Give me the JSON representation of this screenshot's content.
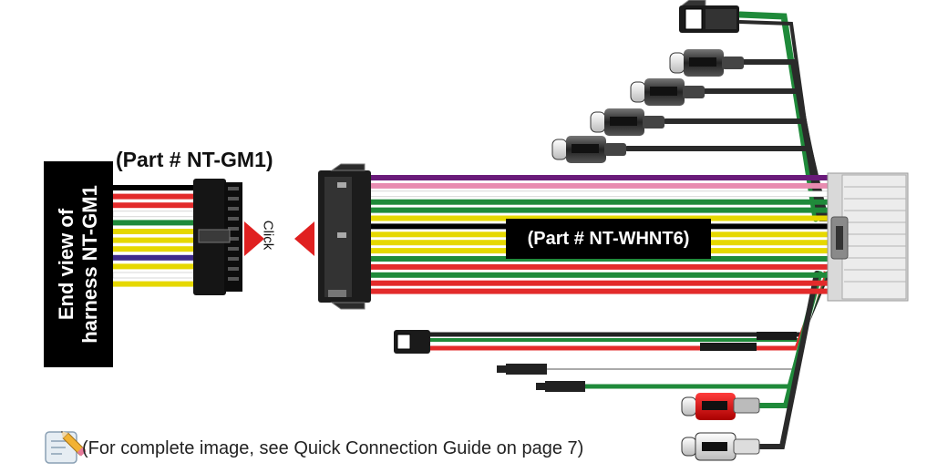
{
  "labels": {
    "part_gm1": "(Part # NT-GM1)",
    "end_view_line1": "End view of",
    "end_view_line2": "harness NT-GM1",
    "click": "Click",
    "part_whnt6": "(Part # NT-WHNT6)",
    "footnote": "(For complete image, see Quick Connection Guide on page 7)"
  },
  "colors": {
    "background": "#ffffff",
    "label_box": "#000000",
    "arrow_red": "#e02020",
    "connector_black": "#111111",
    "module_grey": "#d9d9d9"
  },
  "wires": {
    "gm1_harness_colors": [
      "#000000",
      "#e32b2b",
      "#e32b2b",
      "#ffffff",
      "#1f8a3a",
      "#e6d800",
      "#e6d800",
      "#e6d800",
      "#3d2a8c",
      "#e6d800",
      "#ffffff",
      "#e6d800"
    ],
    "whnt6_bundle_colors": [
      "#6a1b7a",
      "#e88bb0",
      "#ffffff",
      "#1f8a3a",
      "#1f8a3a",
      "#e6d800",
      "#000000",
      "#e6d800",
      "#e6d800",
      "#e6d800",
      "#1f8a3a",
      "#e32b2b",
      "#1f8a3a",
      "#e32b2b",
      "#e32b2b"
    ]
  },
  "icons": [
    "pencil-note-icon",
    "click-arrow-left-icon",
    "click-arrow-right-icon"
  ]
}
